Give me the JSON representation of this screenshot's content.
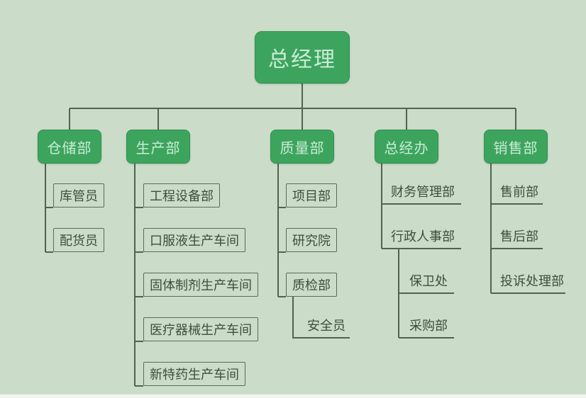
{
  "chart": {
    "type": "org-chart",
    "root": {
      "label": "总经理"
    },
    "departments": [
      {
        "label": "仓储部",
        "children": [
          {
            "label": "库管员"
          },
          {
            "label": "配货员"
          }
        ]
      },
      {
        "label": "生产部",
        "children": [
          {
            "label": "工程设备部"
          },
          {
            "label": "口服液生产车间"
          },
          {
            "label": "固体制剂生产车间"
          },
          {
            "label": "医疗器械生产车间"
          },
          {
            "label": "新特药生产车间"
          }
        ]
      },
      {
        "label": "质量部",
        "children": [
          {
            "label": "项目部"
          },
          {
            "label": "研究院"
          },
          {
            "label": "质检部",
            "children": [
              {
                "label": "安全员"
              }
            ]
          }
        ]
      },
      {
        "label": "总经办",
        "children": [
          {
            "label": "财务管理部"
          },
          {
            "label": "行政人事部",
            "children": [
              {
                "label": "保卫处"
              },
              {
                "label": "采购部"
              }
            ]
          }
        ]
      },
      {
        "label": "销售部",
        "children": [
          {
            "label": "售前部"
          },
          {
            "label": "售后部"
          },
          {
            "label": "投诉处理部"
          }
        ]
      }
    ],
    "colors": {
      "background": "#cbddc8",
      "node_fill": "#3da45e",
      "node_border": "#2f9152",
      "node_text": "#c9ecd6",
      "connector_line": "#52624f",
      "sub_node_border": "#5a6a58",
      "sub_node_text": "#3f4d3d"
    }
  }
}
